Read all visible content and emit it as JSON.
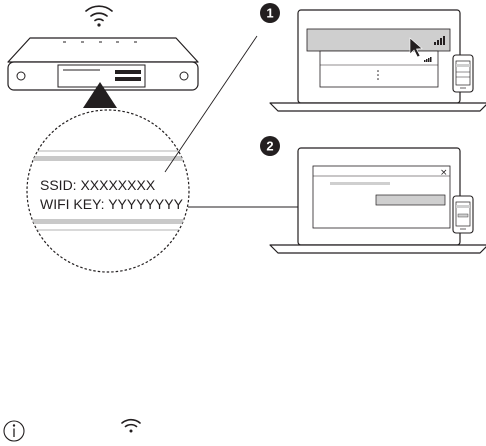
{
  "label": {
    "ssid": "SSID: XXXXXXXX",
    "wifi_key": "WIFI KEY: YYYYYYYY"
  },
  "steps": [
    "1",
    "2"
  ],
  "window": {
    "close_glyph": "×"
  },
  "colors": {
    "stroke": "#231f20",
    "bar_gray": "#c9c9c9",
    "field_gray": "#cfcfcf",
    "step_fill": "#231f20"
  },
  "icons": {
    "router_signal": "wifi-icon",
    "step1_cursor": "mouse-pointer-icon",
    "step1_signal": "signal-bars-icon",
    "footer_info": "info-icon",
    "footer_wifi": "wifi-icon"
  }
}
